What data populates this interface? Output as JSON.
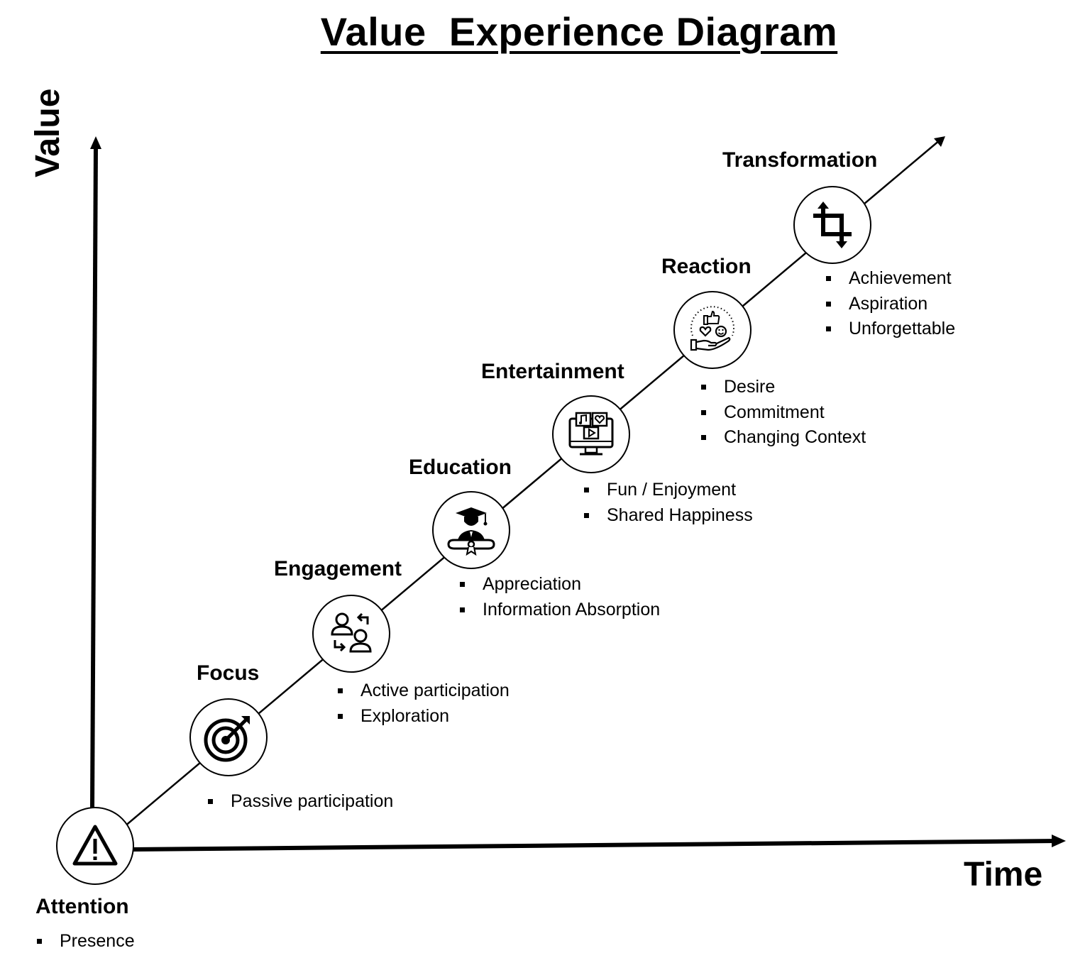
{
  "title": "Value  Experience Diagram",
  "axes": {
    "y_label": "Value",
    "x_label": "Time"
  },
  "stages": [
    {
      "title": "Attention",
      "icon": "warning-icon",
      "items": [
        "Presence"
      ]
    },
    {
      "title": "Focus",
      "icon": "target-icon",
      "items": [
        "Passive participation"
      ]
    },
    {
      "title": "Engagement",
      "icon": "users-exchange-icon",
      "items": [
        "Active participation",
        "Exploration"
      ]
    },
    {
      "title": "Education",
      "icon": "graduate-icon",
      "items": [
        "Appreciation",
        "Information Absorption"
      ]
    },
    {
      "title": "Entertainment",
      "icon": "media-screen-icon",
      "items": [
        "Fun / Enjoyment",
        "Shared Happiness"
      ]
    },
    {
      "title": "Reaction",
      "icon": "reaction-hand-icon",
      "items": [
        "Desire",
        "Commitment",
        "Changing Context"
      ]
    },
    {
      "title": "Transformation",
      "icon": "crop-transform-icon",
      "items": [
        "Achievement",
        "Aspiration",
        "Unforgettable"
      ]
    }
  ]
}
